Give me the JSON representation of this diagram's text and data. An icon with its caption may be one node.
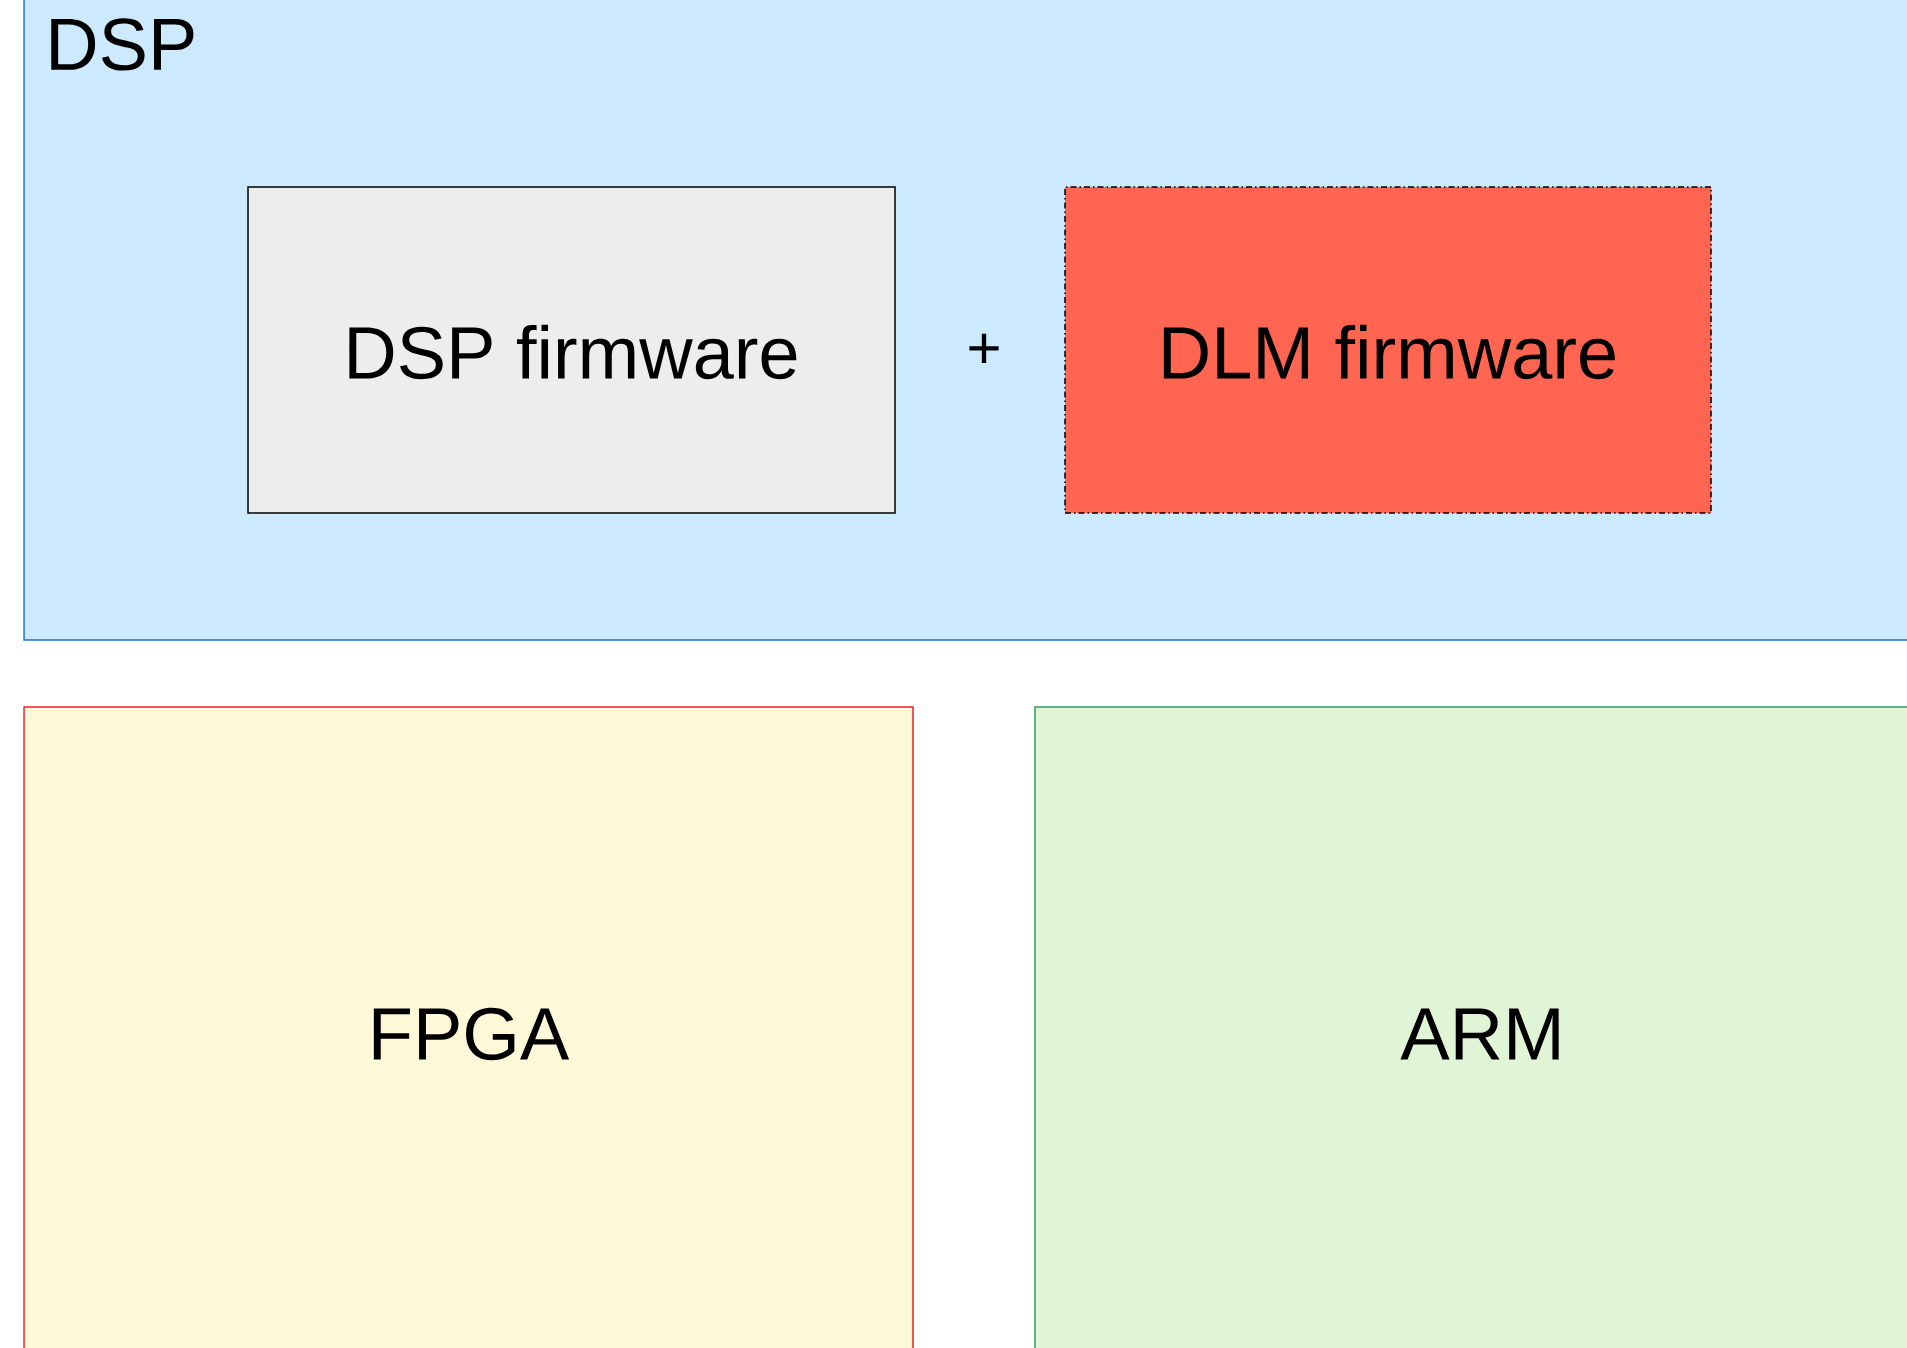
{
  "diagram": {
    "nodes": [
      {
        "text": [
          "DSP"
        ]
      },
      {
        "text": [
          "DSP firmware"
        ],
        "in": 0
      },
      {
        "text": [
          "DLM firmware"
        ],
        "in": 0
      },
      {
        "text": [
          "FPGA"
        ]
      },
      {
        "text": [
          "ARM"
        ]
      }
    ],
    "labels": [
      "+"
    ]
  }
}
